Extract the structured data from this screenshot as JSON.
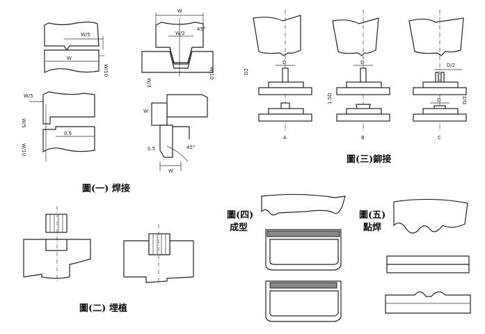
{
  "captions": {
    "fig1": "圖(一) 焊接",
    "fig2": "圖(二) 埋植",
    "fig3": "圖(三)鉚接",
    "fig4_line1": "圖(四)",
    "fig4_line2": "成型",
    "fig5_line1": "圖(五)",
    "fig5_line2": "點焊"
  },
  "dims": {
    "w": "W",
    "w_half": "W/2",
    "w_fifth": "W/5",
    "w_tenth": "W/10",
    "w_third": "W/3",
    "gap": "0.5",
    "angle": "45°",
    "d": "D",
    "d2": "D2",
    "d_half": "D/2",
    "d_15": "1.5D"
  },
  "rivet_labels": [
    "A",
    "B",
    "C"
  ]
}
